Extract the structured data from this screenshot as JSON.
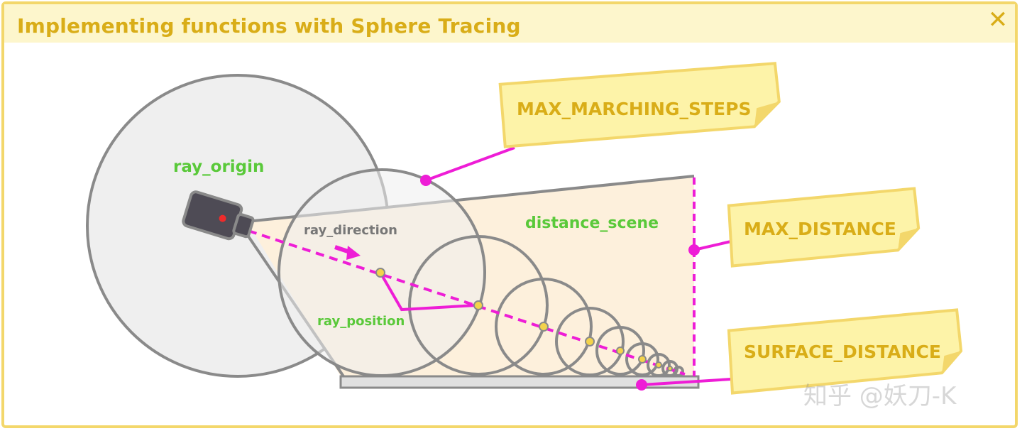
{
  "header": {
    "title": "Implementing functions with Sphere Tracing"
  },
  "labels": {
    "ray_origin": "ray_origin",
    "ray_direction": "ray_direction",
    "ray_position": "ray_position",
    "distance_scene": "distance_scene"
  },
  "callouts": {
    "max_steps": "MAX_MARCHING_STEPS",
    "max_distance": "MAX_DISTANCE",
    "surface_distance": "SURFACE_DISTANCE"
  },
  "watermark": "知乎 @妖刀-K",
  "colors": {
    "title": "#d9ad18",
    "callout_bg": "#fdf3a8",
    "callout_border": "#f3d76b",
    "magenta": "#ee1dd6",
    "green": "#5ac93a",
    "gray_stroke": "#8a8a8a",
    "cone_fill": "#fdf0dc"
  }
}
